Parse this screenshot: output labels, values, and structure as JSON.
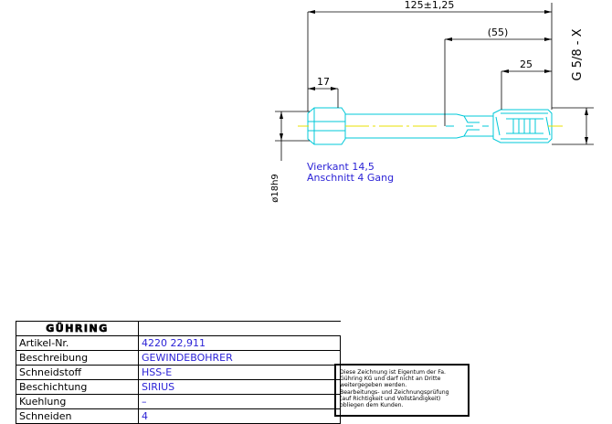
{
  "dimensions": {
    "overall_length": "125±1,25",
    "shank_length": "(55)",
    "thread_length": "25",
    "square_length": "17",
    "shank_diameter": "ø18h9",
    "thread_size": "G 5/8 - X"
  },
  "notes": {
    "square": "Vierkant 14,5",
    "chamfer": "Anschnitt 4 Gang"
  },
  "title_block": {
    "brand": "GÜHRING",
    "rows": [
      {
        "label": "Artikel-Nr.",
        "value": "4220 22,911"
      },
      {
        "label": "Beschreibung",
        "value": "GEWINDEBOHRER"
      },
      {
        "label": "Schneidstoff",
        "value": "HSS-E"
      },
      {
        "label": "Beschichtung",
        "value": "SIRIUS"
      },
      {
        "label": "Kuehlung",
        "value": "–"
      },
      {
        "label": "Schneiden",
        "value": "4"
      }
    ]
  },
  "notice": {
    "lines": [
      "Diese Zeichnung ist Eigentum der Fa.",
      "Gühring KG und darf nicht an Dritte",
      "weitergegeben werden.",
      "Bearbeitungs- und Zeichnungsprüfung",
      "(auf Richtigkeit und Vollständigkeit)",
      "obliegen dem Kunden."
    ]
  },
  "colors": {
    "tool_outline": "#00c8d8",
    "dimension": "#000000",
    "annotation": "#2b22d6",
    "centerline": "#e8e000"
  }
}
